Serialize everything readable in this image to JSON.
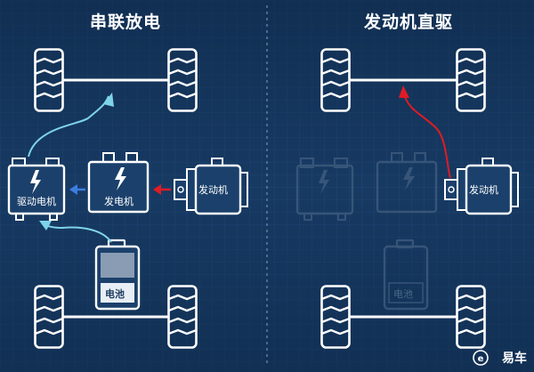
{
  "panels": {
    "left_title": "串联放电",
    "right_title": "发动机直驱"
  },
  "labels": {
    "drive_motor": "驱动电机",
    "generator": "发电机",
    "engine": "发动机",
    "battery": "电池",
    "right_engine": "发动机",
    "right_battery": "电池"
  },
  "watermark": "易车",
  "colors": {
    "background": "#173a63",
    "flow_cyan": "#7ed3e8",
    "flow_red": "#e01b24",
    "generator_arrow": "#3d7de0",
    "line": "#ffffff",
    "dim_component": "#3d5a7c"
  }
}
